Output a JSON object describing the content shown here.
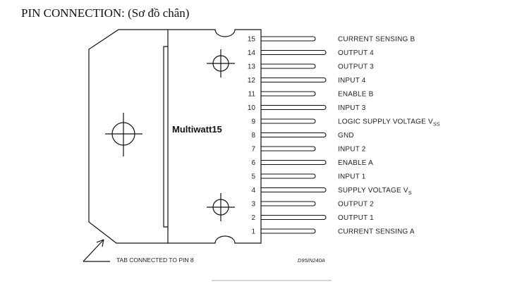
{
  "heading": "PIN CONNECTION: (Sơ đồ chân)",
  "package_label": "Multiwatt15",
  "tab_note": "TAB CONNECTED TO PIN 8",
  "drawing_code": "D95IN240A",
  "pins": [
    {
      "number": "15",
      "label": "CURRENT SENSING B",
      "sub": ""
    },
    {
      "number": "14",
      "label": "OUTPUT 4",
      "sub": ""
    },
    {
      "number": "13",
      "label": "OUTPUT 3",
      "sub": ""
    },
    {
      "number": "12",
      "label": "INPUT 4",
      "sub": ""
    },
    {
      "number": "11",
      "label": "ENABLE B",
      "sub": ""
    },
    {
      "number": "10",
      "label": "INPUT 3",
      "sub": ""
    },
    {
      "number": "9",
      "label": "LOGIC SUPPLY VOLTAGE V",
      "sub": "SS"
    },
    {
      "number": "8",
      "label": "GND",
      "sub": ""
    },
    {
      "number": "7",
      "label": "INPUT 2",
      "sub": ""
    },
    {
      "number": "6",
      "label": "ENABLE A",
      "sub": ""
    },
    {
      "number": "5",
      "label": "INPUT 1",
      "sub": ""
    },
    {
      "number": "4",
      "label": "SUPPLY VOLTAGE V",
      "sub": "S"
    },
    {
      "number": "3",
      "label": "OUTPUT 2",
      "sub": ""
    },
    {
      "number": "2",
      "label": "OUTPUT 1",
      "sub": ""
    },
    {
      "number": "1",
      "label": "CURRENT SENSING A",
      "sub": ""
    }
  ]
}
